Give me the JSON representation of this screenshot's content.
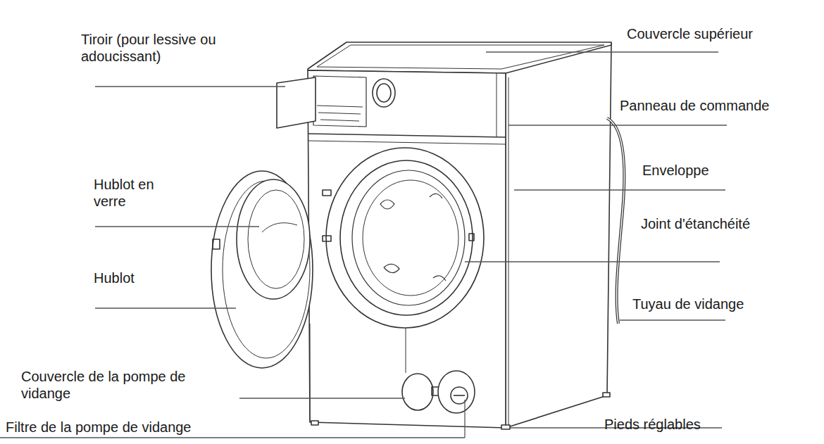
{
  "diagram": {
    "labels": [
      "Tiroir (pour lessive ou adoucissant)",
      "Couvercle supérieur",
      "Panneau de commande",
      "Enveloppe",
      "Hublot en verre",
      "Joint d'étanchéité",
      "Hublot",
      "Tuyau de vidange",
      "Couvercle de la pompe de vidange",
      "Pieds réglables",
      "Filtre de la pompe de vidange"
    ]
  }
}
